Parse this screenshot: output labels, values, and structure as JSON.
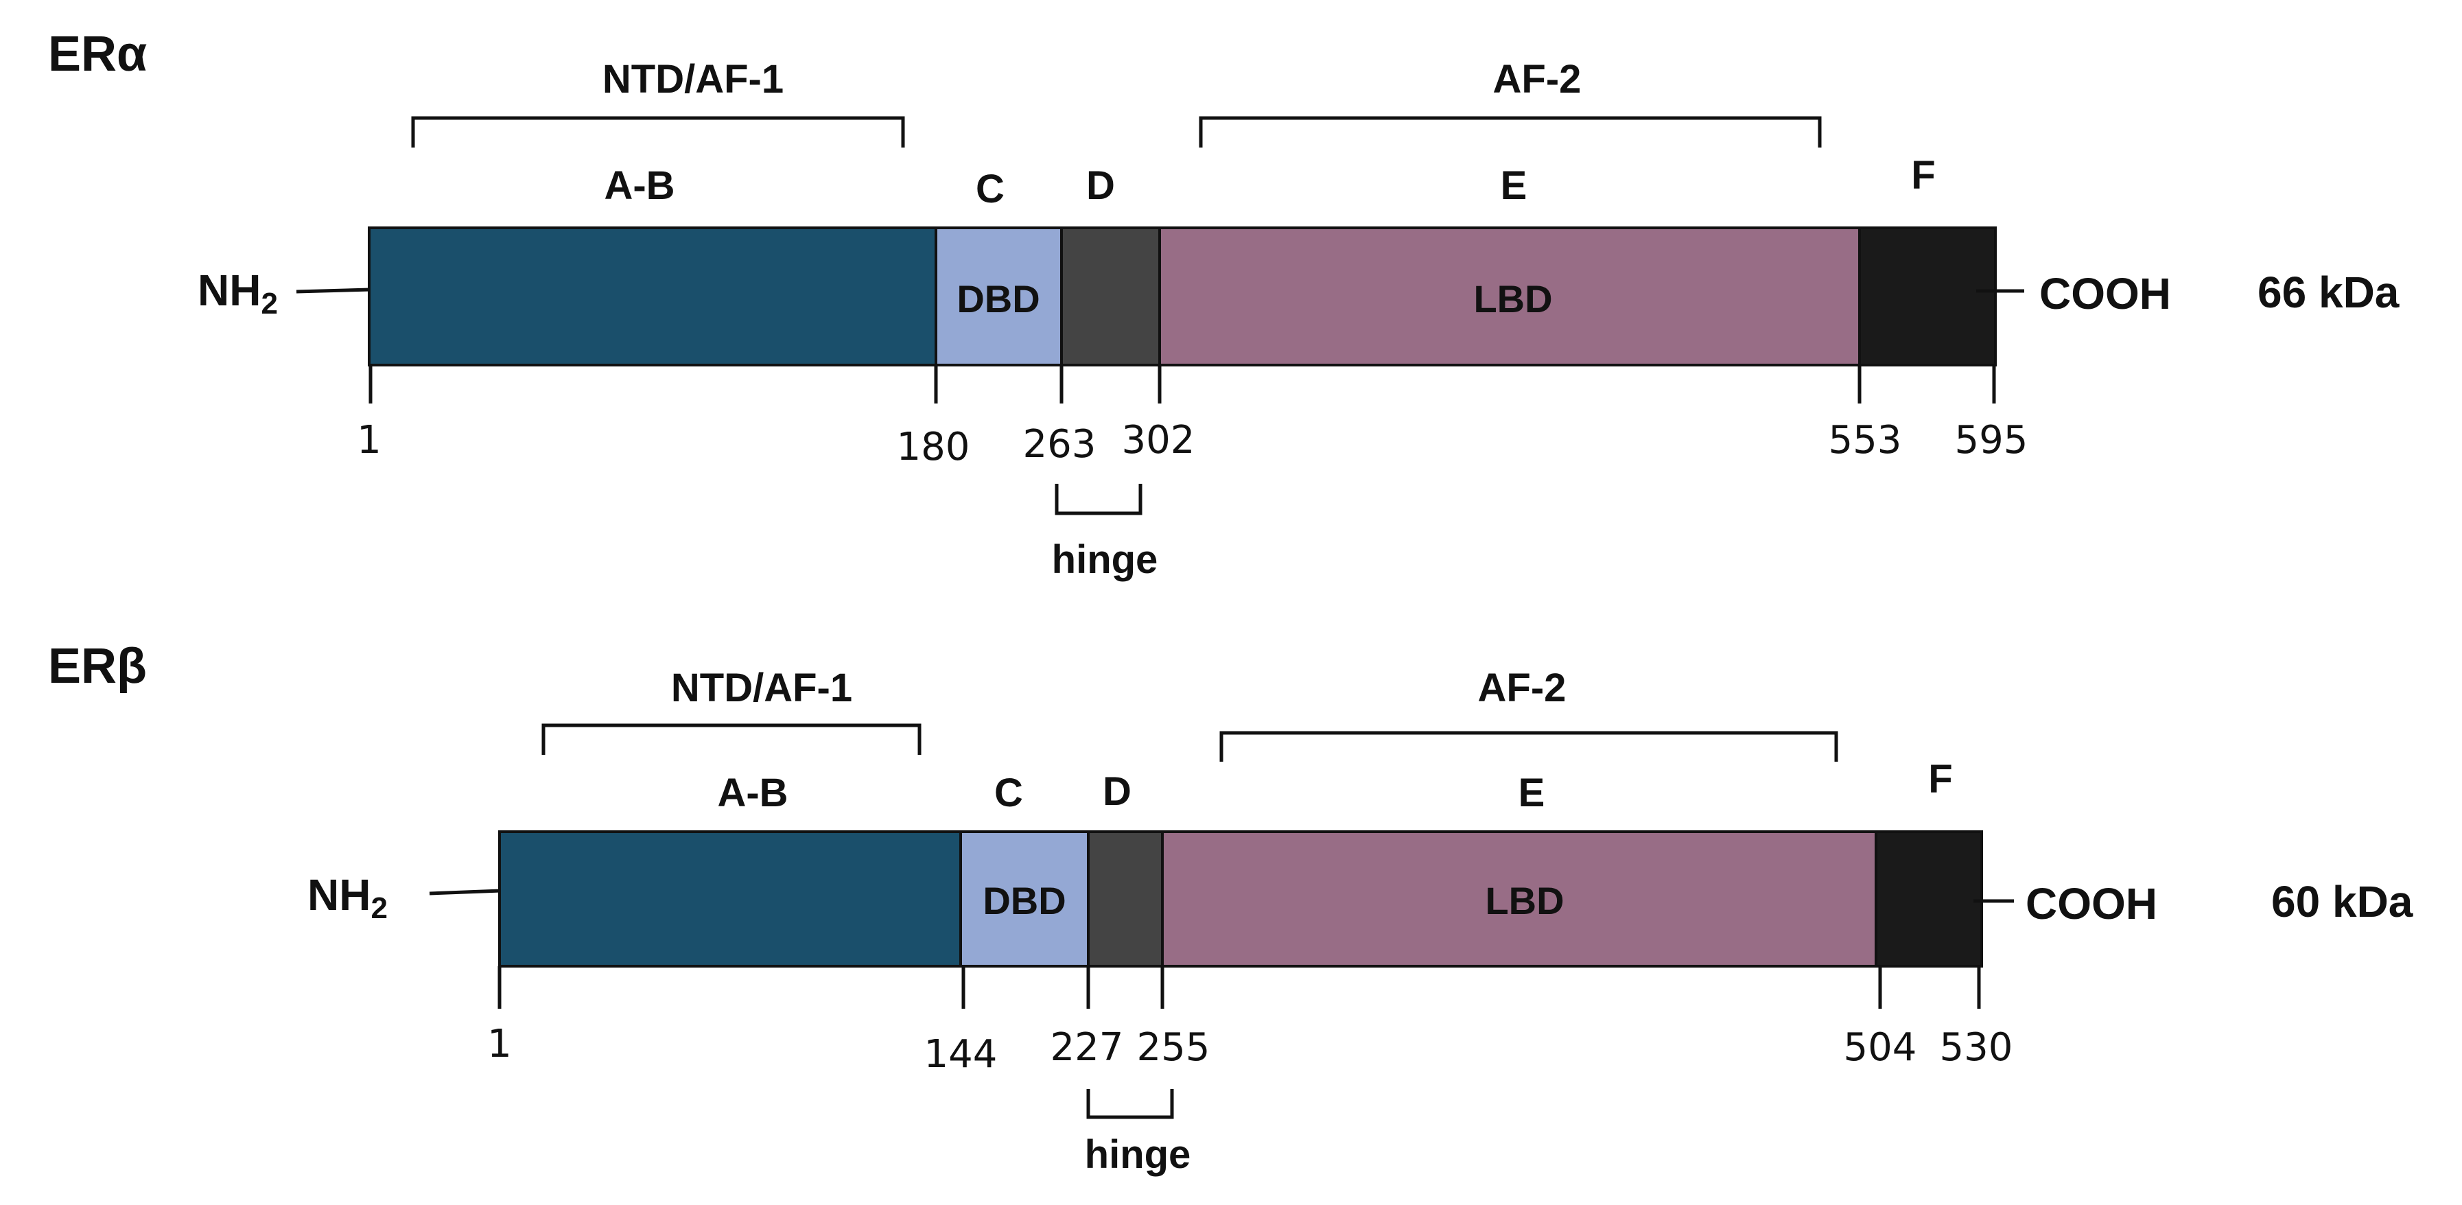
{
  "colors": {
    "ab": "#1a4f6b",
    "c": "#94a8d4",
    "d": "#444444",
    "e": "#986d86",
    "f": "#1a1a1a",
    "outline": "#111111",
    "text": "#111111"
  },
  "proteins": [
    {
      "name": "ERα",
      "mass": "66 kDa",
      "n_term": "NH",
      "n_term_sub": "2",
      "c_term": "COOH",
      "region_labels": {
        "ntd": "NTD/AF-1",
        "af2": "AF-2"
      },
      "domains": [
        {
          "letter": "A-B",
          "label": "",
          "color_key": "ab"
        },
        {
          "letter": "C",
          "label": "DBD",
          "color_key": "c"
        },
        {
          "letter": "D",
          "label": "",
          "color_key": "d"
        },
        {
          "letter": "E",
          "label": "LBD",
          "color_key": "e"
        },
        {
          "letter": "F",
          "label": "",
          "color_key": "f"
        }
      ],
      "positions": [
        "1",
        "180",
        "263",
        "302",
        "553",
        "595"
      ],
      "hinge_label": "hinge"
    },
    {
      "name": "ERβ",
      "mass": "60 kDa",
      "n_term": "NH",
      "n_term_sub": "2",
      "c_term": "COOH",
      "region_labels": {
        "ntd": "NTD/AF-1",
        "af2": "AF-2"
      },
      "domains": [
        {
          "letter": "A-B",
          "label": "",
          "color_key": "ab"
        },
        {
          "letter": "C",
          "label": "DBD",
          "color_key": "c"
        },
        {
          "letter": "D",
          "label": "",
          "color_key": "d"
        },
        {
          "letter": "E",
          "label": "LBD",
          "color_key": "e"
        },
        {
          "letter": "F",
          "label": "",
          "color_key": "f"
        }
      ],
      "positions": [
        "1",
        "144",
        "227",
        "255",
        "504",
        "530"
      ],
      "hinge_label": "hinge"
    }
  ]
}
